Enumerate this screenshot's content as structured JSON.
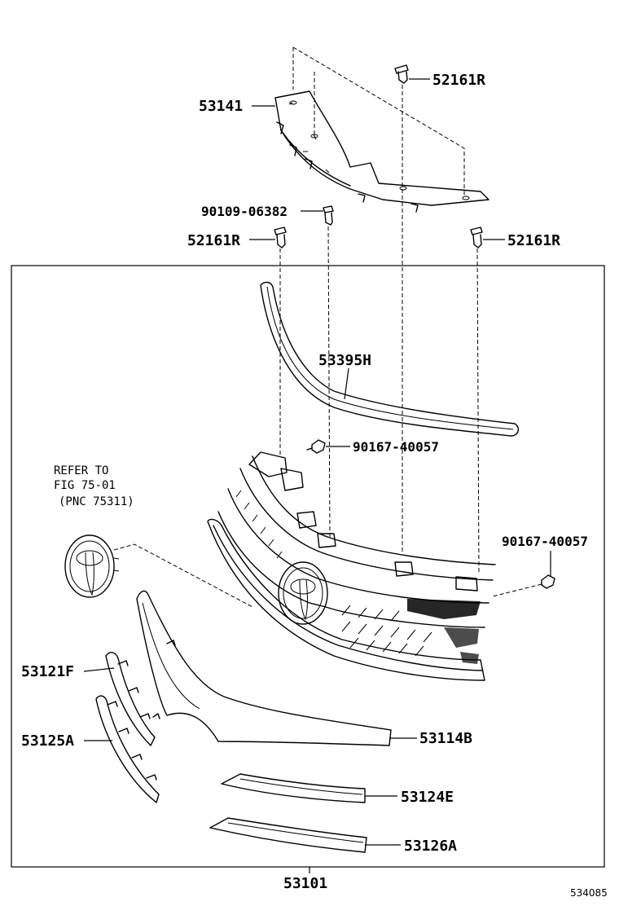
{
  "labels": {
    "p53141": "53141",
    "p52161r_top": "52161R",
    "p90109": "90109-06382",
    "p52161r_left": "52161R",
    "p52161r_right": "52161R",
    "p53395h": "53395H",
    "p90167_a": "90167-40057",
    "p90167_b": "90167-40057",
    "p53121f": "53121F",
    "p53125a": "53125A",
    "p53114b": "53114B",
    "p53124e": "53124E",
    "p53126a": "53126A",
    "p53101": "53101"
  },
  "reference": {
    "line1": "REFER TO",
    "line2": "FIG 75-01",
    "line3": "(PNC 75311)"
  },
  "figure_id": "534085"
}
